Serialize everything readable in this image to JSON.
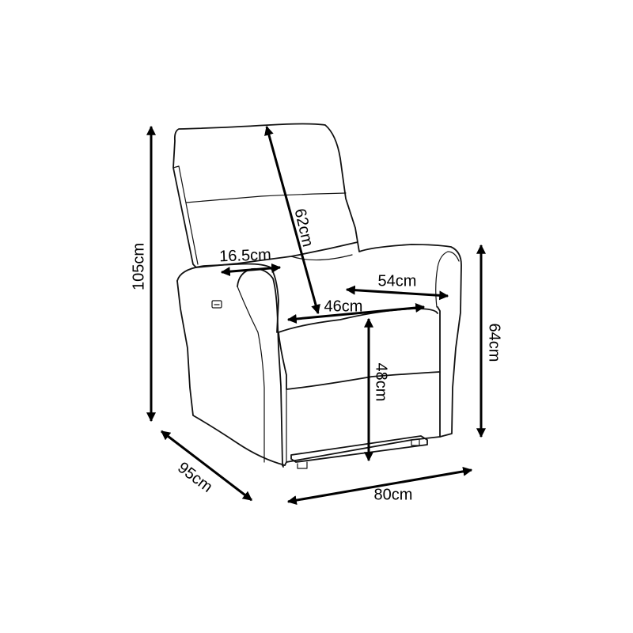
{
  "colors": {
    "line": "#111111",
    "dimension": "#000000",
    "background": "#ffffff"
  },
  "dimensions": {
    "overall_height": "105cm",
    "backrest_height": "62cm",
    "armrest_width": "16.5cm",
    "seat_depth": "54cm",
    "seat_width": "46cm",
    "seat_height": "48cm",
    "armrest_height": "64cm",
    "overall_depth": "95cm",
    "overall_width": "80cm"
  }
}
